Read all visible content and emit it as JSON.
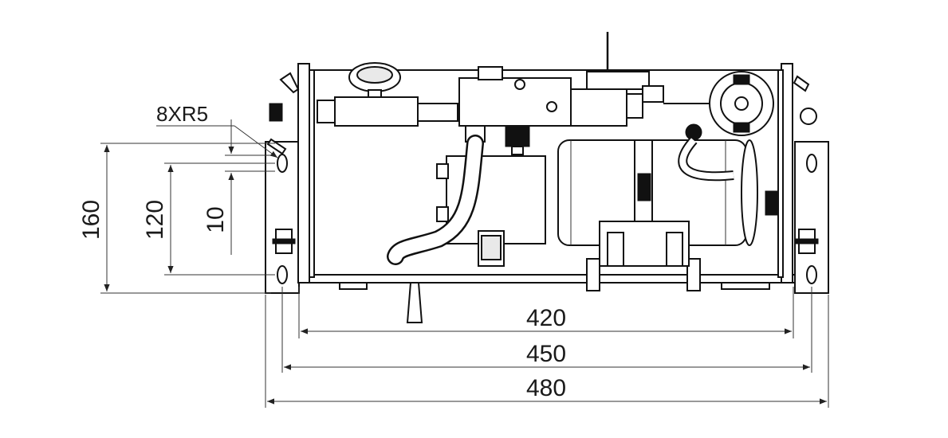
{
  "dimensions": {
    "width_420": "420",
    "width_450": "450",
    "width_480": "480",
    "height_160": "160",
    "height_120": "120",
    "offset_10": "10",
    "hole_radius": "8XR5"
  }
}
